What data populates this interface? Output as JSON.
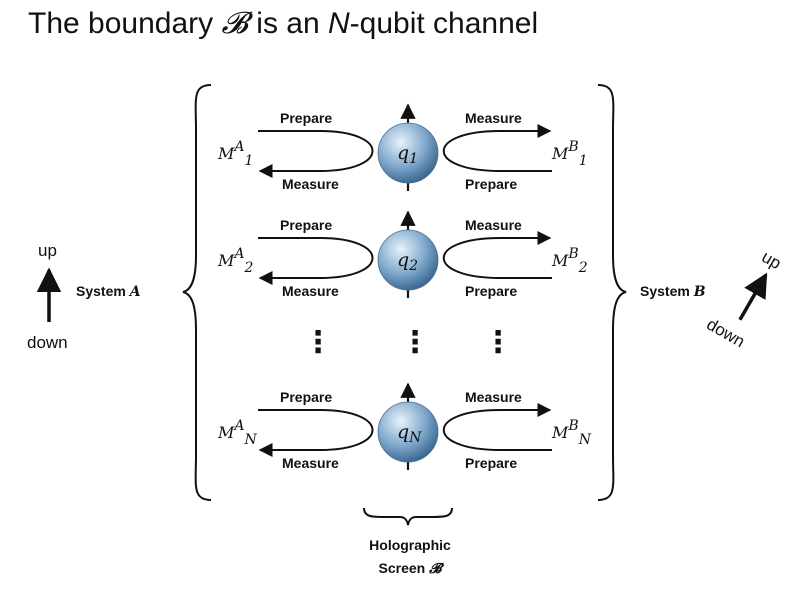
{
  "title": {
    "prefix": "The boundary ",
    "symbol": "𝓑",
    "middle": " is an ",
    "n": "N",
    "suffix": "-qubit channel"
  },
  "system_a": {
    "label": "System ",
    "var": "A"
  },
  "system_b": {
    "label": "System ",
    "var": "B"
  },
  "left_arrow": {
    "up": "up",
    "down": "down"
  },
  "right_arrow": {
    "up": "up",
    "down": "down"
  },
  "rows": [
    {
      "qubit": "q",
      "sub": "1",
      "m_sub": "1",
      "left_top": "Prepare",
      "left_bottom": "Measure",
      "right_top": "Measure",
      "right_bottom": "Prepare"
    },
    {
      "qubit": "q",
      "sub": "2",
      "m_sub": "2",
      "left_top": "Prepare",
      "left_bottom": "Measure",
      "right_top": "Measure",
      "right_bottom": "Prepare"
    },
    {
      "qubit": "q",
      "sub": "N",
      "m_sub": "N",
      "left_top": "Prepare",
      "left_bottom": "Measure",
      "right_top": "Measure",
      "right_bottom": "Prepare"
    }
  ],
  "m_left": {
    "base": "M",
    "sup": "A"
  },
  "m_right": {
    "base": "M",
    "sup": "B"
  },
  "ellipsis": "⋮",
  "screen": {
    "line1": "Holographic",
    "line2": "Screen ",
    "symbol": "𝓑"
  },
  "colors": {
    "sphere_light": "#e8f2fb",
    "sphere_mid": "#7fa8cc",
    "sphere_dark": "#2f5d86",
    "ink": "#111111"
  }
}
